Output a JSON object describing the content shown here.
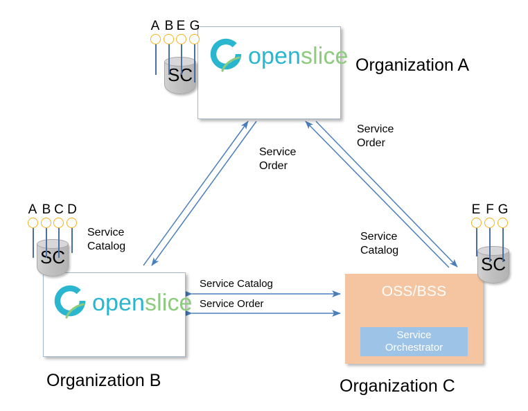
{
  "diagram": {
    "title": "OpenSlice multi-organization service catalog and order exchange",
    "colors": {
      "arrow": "#4a7ebb",
      "box_border": "#9fb6cd",
      "orange_fill": "#f5c4a0",
      "blue_fill": "#9dc3e6",
      "logo_open": "#29b6ce",
      "logo_slice": "#8dcb7f",
      "bubble_stroke": "#f2b21c",
      "cylinder_fill": "#c4c4c4",
      "stem": "#4a6fa5"
    },
    "logo": {
      "part1": "open",
      "part2": "slice",
      "alt": "openslice-logo"
    },
    "datastore_label": "SC",
    "organizations": [
      {
        "id": "A",
        "caption": "Organization A",
        "system": "openslice",
        "catalog_items": [
          "A",
          "B",
          "E",
          "G"
        ]
      },
      {
        "id": "B",
        "caption": "Organization B",
        "system": "openslice",
        "catalog_items": [
          "A",
          "B",
          "C",
          "D"
        ],
        "catalog_note": "Service\nCatalog"
      },
      {
        "id": "C",
        "caption": "Organization C",
        "system": "OSS/BSS",
        "sub_component": "Service\nOrchestrator",
        "catalog_items": [
          "E",
          "F",
          "G"
        ]
      }
    ],
    "edges": [
      {
        "id": "b-to-a-order",
        "label": "Service\nOrder",
        "from": "B",
        "to": "A",
        "direction": "bidirectional"
      },
      {
        "id": "c-to-a-order",
        "label": "Service\nOrder",
        "from": "C",
        "to": "A",
        "direction": "bidirectional"
      },
      {
        "id": "c-to-a-catalog",
        "label": "Service\nCatalog",
        "from": "C",
        "to": "A",
        "direction": "bidirectional"
      },
      {
        "id": "b-c-catalog",
        "label": "Service Catalog",
        "from": "B",
        "to": "C",
        "direction": "bidirectional"
      },
      {
        "id": "b-c-order",
        "label": "Service Order",
        "from": "B",
        "to": "C",
        "direction": "bidirectional"
      }
    ]
  }
}
